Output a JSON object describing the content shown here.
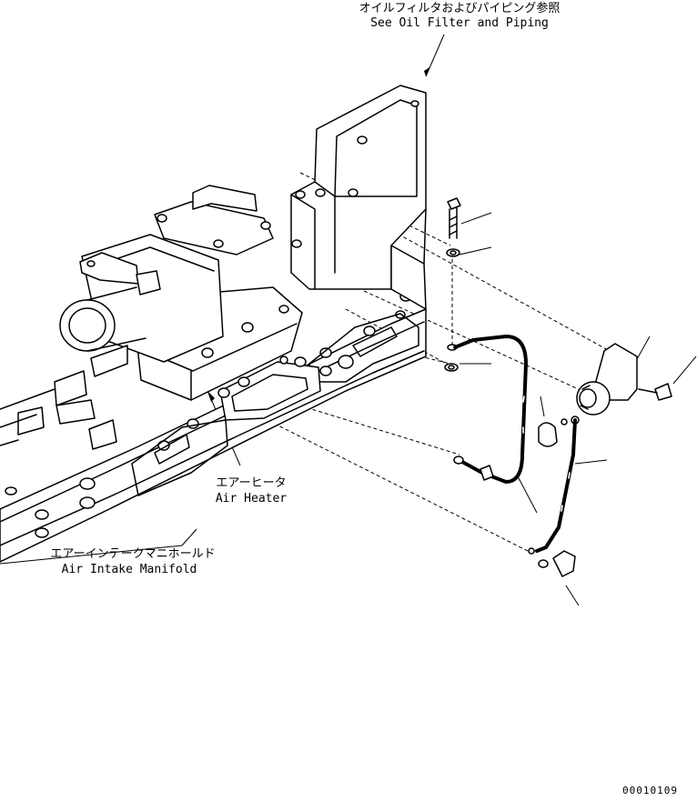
{
  "labels": {
    "oil_filter_jp": "オイルフィルタおよびパイピング参照",
    "oil_filter_en": "See Oil Filter and Piping",
    "air_heater_jp": "エアーヒータ",
    "air_heater_en": "Air Heater",
    "manifold_jp": "エアーインテークマニホールド",
    "manifold_en": "Air Intake Manifold",
    "figure_number": "00010109"
  }
}
